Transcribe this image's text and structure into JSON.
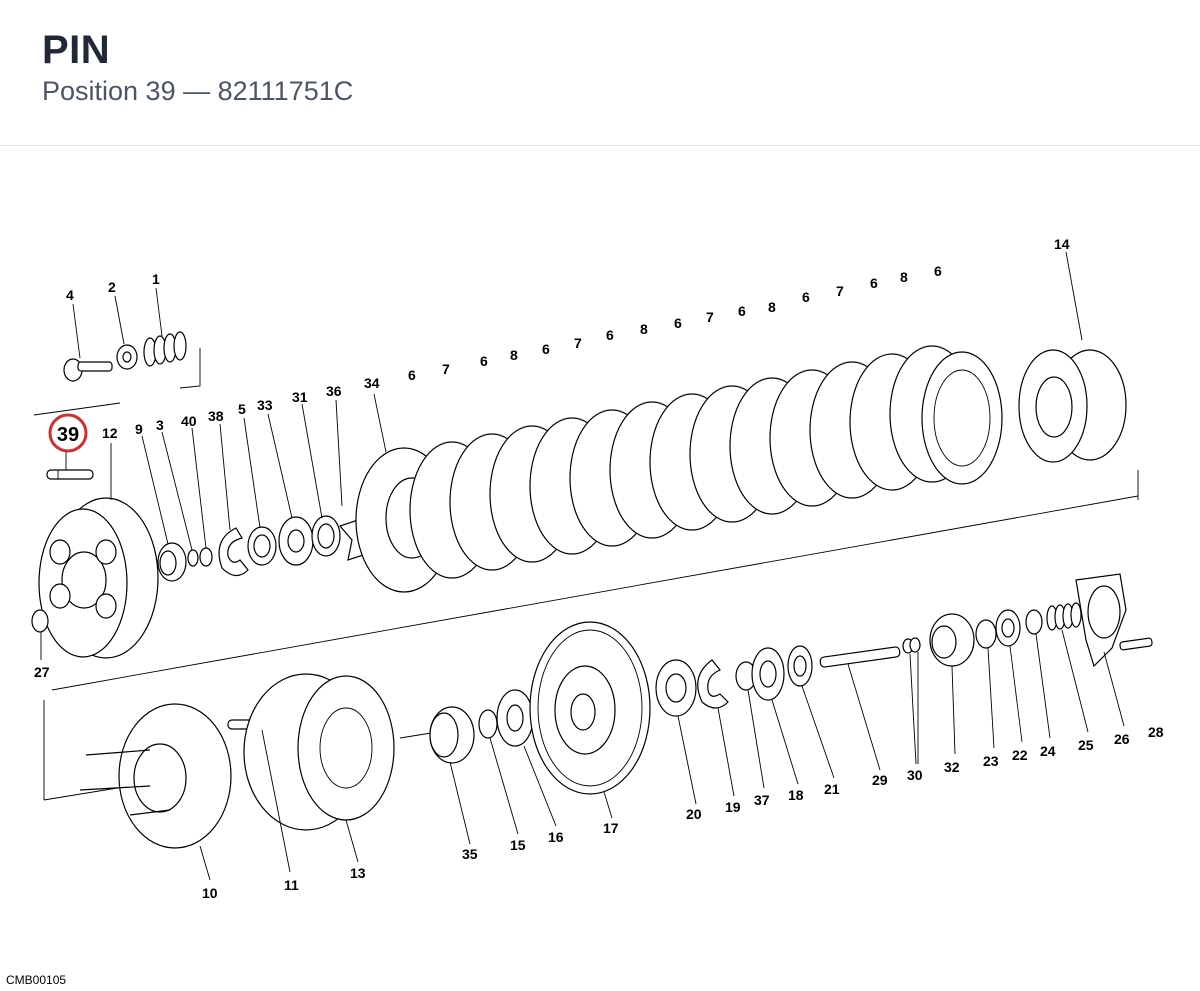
{
  "header": {
    "title": "PIN",
    "position_label": "Position 39",
    "separator": "—",
    "part_number": "82111751C"
  },
  "diagram": {
    "highlighted_callout": "39",
    "highlight_color": "#d32f2f",
    "callouts": [
      "1",
      "2",
      "3",
      "4",
      "5",
      "6",
      "7",
      "8",
      "9",
      "10",
      "11",
      "12",
      "13",
      "14",
      "15",
      "16",
      "17",
      "18",
      "19",
      "20",
      "21",
      "22",
      "23",
      "24",
      "25",
      "26",
      "27",
      "28",
      "29",
      "30",
      "31",
      "32",
      "33",
      "34",
      "35",
      "36",
      "37",
      "38",
      "40"
    ],
    "drawing_code": "CMB00105"
  }
}
